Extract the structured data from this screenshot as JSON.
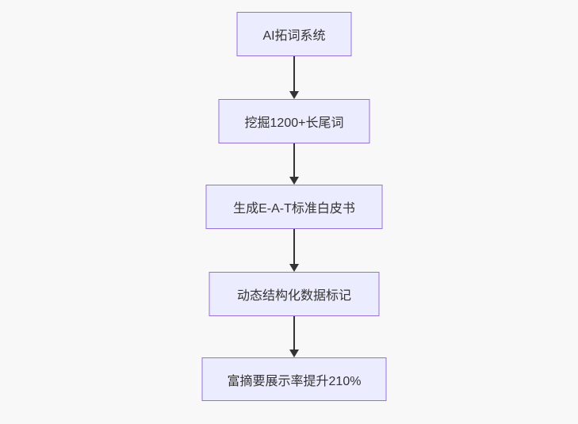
{
  "flowchart": {
    "direction": "top-down",
    "nodes": [
      {
        "id": "n1",
        "label": "AI拓词系统"
      },
      {
        "id": "n2",
        "label": "挖掘1200+长尾词"
      },
      {
        "id": "n3",
        "label": "生成E-A-T标准白皮书"
      },
      {
        "id": "n4",
        "label": "动态结构化数据标记"
      },
      {
        "id": "n5",
        "label": "富摘要展示率提升210%"
      }
    ],
    "edges": [
      {
        "from": "n1",
        "to": "n2"
      },
      {
        "from": "n2",
        "to": "n3"
      },
      {
        "from": "n3",
        "to": "n4"
      },
      {
        "from": "n4",
        "to": "n5"
      }
    ],
    "colors": {
      "node_fill": "#ECECFF",
      "node_border": "#9370DB",
      "arrow": "#333333",
      "text": "#333333",
      "bg": "#f8f8f8"
    }
  }
}
